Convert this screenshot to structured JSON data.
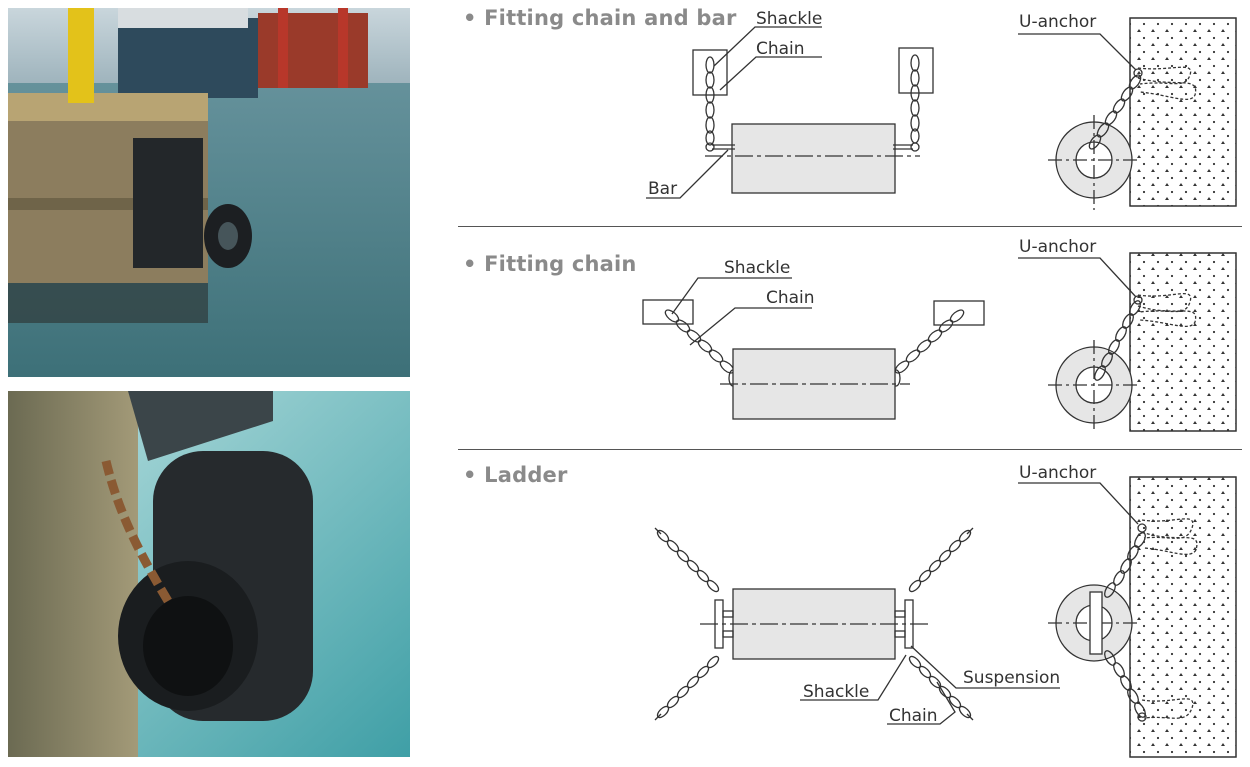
{
  "photos": [
    {
      "name": "pier-fenders-photo"
    },
    {
      "name": "cylindrical-fender-closeup-photo"
    }
  ],
  "sections": [
    {
      "title": "• Fitting chain and bar",
      "labels": {
        "shackle": "Shackle",
        "chain": "Chain",
        "bar": "Bar",
        "u_anchor": "U-anchor"
      }
    },
    {
      "title": "• Fitting chain",
      "labels": {
        "shackle": "Shackle",
        "chain": "Chain",
        "u_anchor": "U-anchor"
      }
    },
    {
      "title": "• Ladder",
      "labels": {
        "u_anchor": "U-anchor",
        "shackle": "Shackle",
        "chain": "Chain",
        "suspension": "Suspension"
      }
    }
  ],
  "colors": {
    "title": "#8a8a8a",
    "fender": "#e6e6e6",
    "line": "#333333",
    "water": "#5fa6ac",
    "rubber": "#2b2e31"
  }
}
